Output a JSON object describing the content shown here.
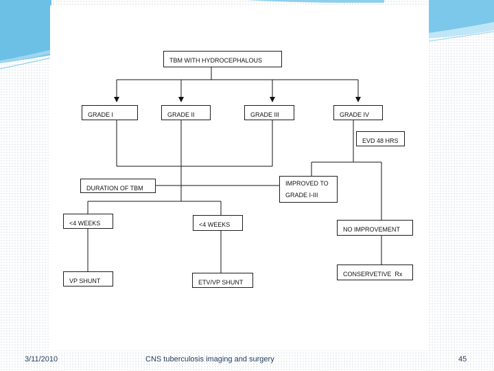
{
  "slide": {
    "accent_color": "#5fb2dc",
    "footer": {
      "date": "3/11/2010",
      "title": "CNS tuberculosis imaging and surgery",
      "page_number": "45"
    }
  },
  "flowchart": {
    "root": "TBM WITH HYDROCEPHALOUS",
    "grades": [
      "GRADE I",
      "GRADE II",
      "GRADE III",
      "GRADE IV"
    ],
    "evd": "EVD 48 HRS",
    "duration": "DURATION OF TBM",
    "improved": "IMPROVED TO GRADE I-III",
    "weeks_left": "<4 WEEKS",
    "weeks_right": "<4 WEEKS",
    "vp_shunt": "VP SHUNT",
    "etv_vp_shunt": "ETV/VP SHUNT",
    "no_improvement": "NO IMPROVEMENT",
    "conservative": "CONSERVETIVE  Rx"
  }
}
